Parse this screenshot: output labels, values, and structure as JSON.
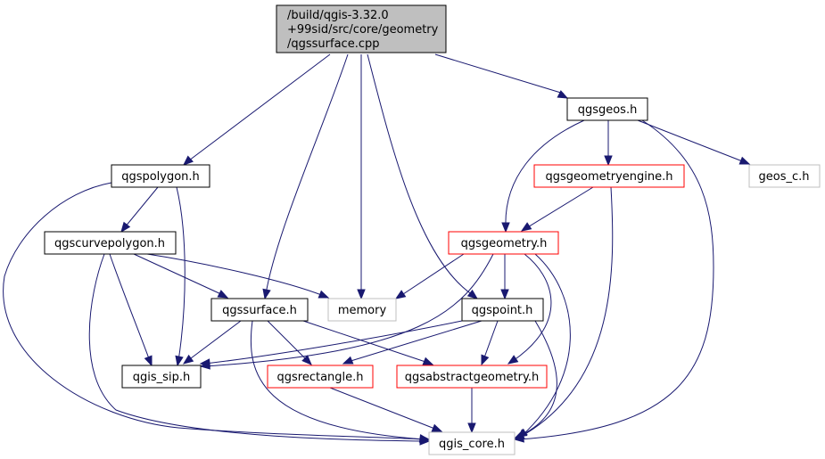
{
  "root": {
    "line1": "/build/qgis-3.32.0",
    "line2": "+99sid/src/core/geometry",
    "line3": "/qgssurface.cpp"
  },
  "nodes": {
    "qgsgeos": "qgsgeos.h",
    "qgspolygon": "qgspolygon.h",
    "qgsgeometryengine": "qgsgeometryengine.h",
    "geos_c": "geos_c.h",
    "qgscurvepolygon": "qgscurvepolygon.h",
    "qgsgeometry": "qgsgeometry.h",
    "qgssurface": "qgssurface.h",
    "memory": "memory",
    "qgspoint": "qgspoint.h",
    "qgis_sip": "qgis_sip.h",
    "qgsrectangle": "qgsrectangle.h",
    "qgsabstractgeometry": "qgsabstractgeometry.h",
    "qgis_core": "qgis_core.h"
  },
  "colors": {
    "edge": "#191970",
    "root_fill": "#bfbfbf",
    "red_border": "#ff0000",
    "gray_border": "#bfbfbf"
  }
}
